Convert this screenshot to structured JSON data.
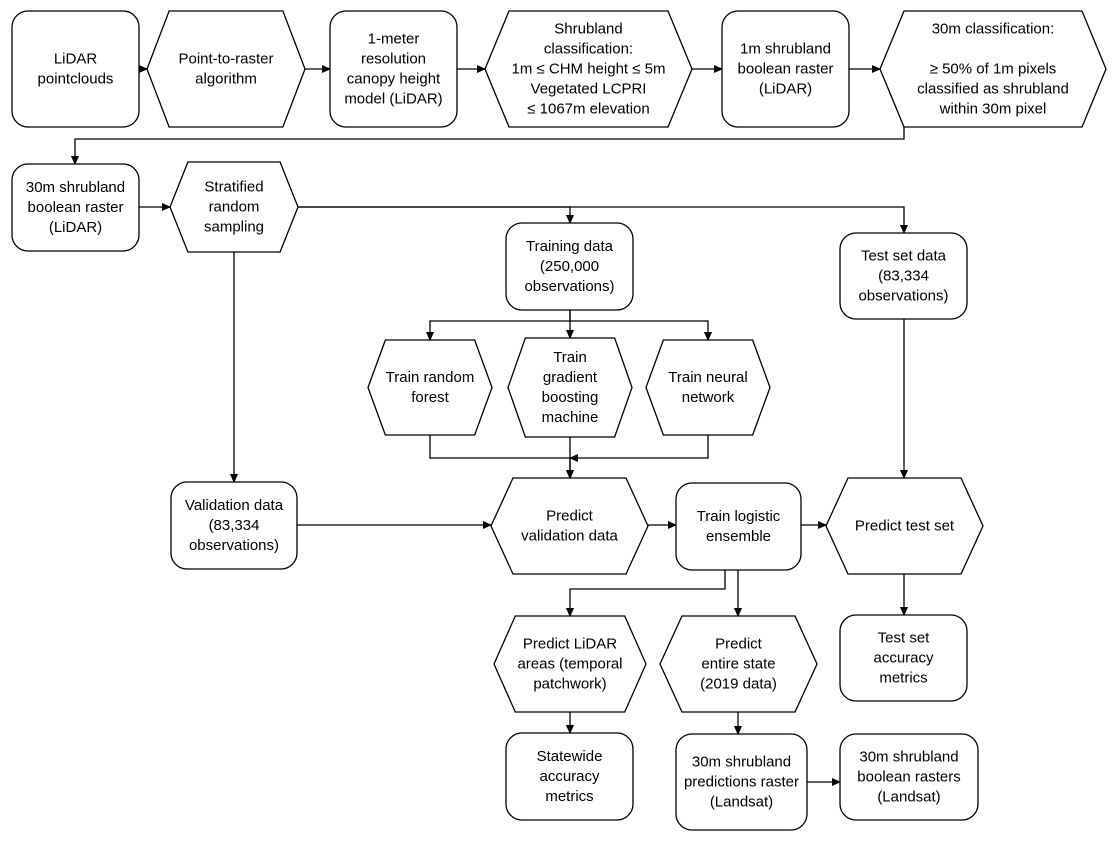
{
  "nodes": [
    {
      "id": "lidar-pointclouds",
      "shape": "rect",
      "lines": [
        "LiDAR",
        "pointclouds"
      ]
    },
    {
      "id": "point-to-raster",
      "shape": "hex",
      "lines": [
        "Point-to-raster",
        "algorithm"
      ]
    },
    {
      "id": "canopy-height-model",
      "shape": "rect",
      "lines": [
        "1-meter",
        "resolution",
        "canopy height",
        "model (LiDAR)"
      ]
    },
    {
      "id": "shrubland-classification",
      "shape": "hex",
      "lines": [
        "Shrubland",
        "classification:",
        "1m ≤ CHM height ≤ 5m",
        "Vegetated LCPRI",
        "≤ 1067m elevation"
      ]
    },
    {
      "id": "shrubland-1m-raster",
      "shape": "rect",
      "lines": [
        "1m shrubland",
        "boolean raster",
        "(LiDAR)"
      ]
    },
    {
      "id": "classification-30m",
      "shape": "hex",
      "lines": [
        "30m classification:",
        "",
        "≥ 50% of 1m pixels",
        "classified as shrubland",
        "within 30m pixel"
      ]
    },
    {
      "id": "shrubland-30m-raster",
      "shape": "rect",
      "lines": [
        "30m shrubland",
        "boolean raster",
        "(LiDAR)"
      ]
    },
    {
      "id": "stratified-sampling",
      "shape": "hex",
      "lines": [
        "Stratified",
        "random",
        "sampling"
      ]
    },
    {
      "id": "training-data",
      "shape": "rect",
      "lines": [
        "Training data",
        "(250,000",
        "observations)"
      ]
    },
    {
      "id": "test-set-data",
      "shape": "rect",
      "lines": [
        "Test set data",
        "(83,334",
        "observations)"
      ]
    },
    {
      "id": "train-random-forest",
      "shape": "hex",
      "lines": [
        "Train random",
        "forest"
      ]
    },
    {
      "id": "train-gbm",
      "shape": "hex",
      "lines": [
        "Train",
        "gradient",
        "boosting",
        "machine"
      ]
    },
    {
      "id": "train-neural-network",
      "shape": "hex",
      "lines": [
        "Train neural",
        "network"
      ]
    },
    {
      "id": "validation-data",
      "shape": "rect",
      "lines": [
        "Validation data",
        "(83,334",
        "observations)"
      ]
    },
    {
      "id": "predict-validation",
      "shape": "hex",
      "lines": [
        "Predict",
        "validation data"
      ]
    },
    {
      "id": "train-logistic-ensemble",
      "shape": "rect",
      "lines": [
        "Train logistic",
        "ensemble"
      ]
    },
    {
      "id": "predict-test-set",
      "shape": "hex",
      "lines": [
        "Predict test set"
      ]
    },
    {
      "id": "predict-lidar-areas",
      "shape": "hex",
      "lines": [
        "Predict LiDAR",
        "areas (temporal",
        "patchwork)"
      ]
    },
    {
      "id": "predict-entire-state",
      "shape": "hex",
      "lines": [
        "Predict",
        "entire state",
        "(2019 data)"
      ]
    },
    {
      "id": "test-accuracy-metrics",
      "shape": "rect",
      "lines": [
        "Test set",
        "accuracy",
        "metrics"
      ]
    },
    {
      "id": "statewide-accuracy-metrics",
      "shape": "rect",
      "lines": [
        "Statewide",
        "accuracy",
        "metrics"
      ]
    },
    {
      "id": "predictions-raster-landsat",
      "shape": "rect",
      "lines": [
        "30m shrubland",
        "predictions raster",
        "(Landsat)"
      ]
    },
    {
      "id": "boolean-rasters-landsat",
      "shape": "rect",
      "lines": [
        "30m shrubland",
        "boolean rasters",
        "(Landsat)"
      ]
    }
  ],
  "edges": [
    {
      "from": "lidar-pointclouds",
      "to": "point-to-raster"
    },
    {
      "from": "point-to-raster",
      "to": "canopy-height-model"
    },
    {
      "from": "canopy-height-model",
      "to": "shrubland-classification"
    },
    {
      "from": "shrubland-classification",
      "to": "shrubland-1m-raster"
    },
    {
      "from": "shrubland-1m-raster",
      "to": "classification-30m"
    },
    {
      "from": "classification-30m",
      "to": "shrubland-30m-raster"
    },
    {
      "from": "shrubland-30m-raster",
      "to": "stratified-sampling"
    },
    {
      "from": "stratified-sampling",
      "to": "training-data"
    },
    {
      "from": "stratified-sampling",
      "to": "test-set-data"
    },
    {
      "from": "stratified-sampling",
      "to": "validation-data"
    },
    {
      "from": "training-data",
      "to": "train-random-forest"
    },
    {
      "from": "training-data",
      "to": "train-gbm"
    },
    {
      "from": "training-data",
      "to": "train-neural-network"
    },
    {
      "from": "train-random-forest",
      "to": "predict-validation"
    },
    {
      "from": "train-gbm",
      "to": "predict-validation"
    },
    {
      "from": "train-neural-network",
      "to": "predict-validation"
    },
    {
      "from": "validation-data",
      "to": "predict-validation"
    },
    {
      "from": "predict-validation",
      "to": "train-logistic-ensemble"
    },
    {
      "from": "train-logistic-ensemble",
      "to": "predict-test-set"
    },
    {
      "from": "test-set-data",
      "to": "predict-test-set"
    },
    {
      "from": "predict-test-set",
      "to": "test-accuracy-metrics"
    },
    {
      "from": "train-logistic-ensemble",
      "to": "predict-lidar-areas"
    },
    {
      "from": "train-logistic-ensemble",
      "to": "predict-entire-state"
    },
    {
      "from": "predict-lidar-areas",
      "to": "statewide-accuracy-metrics"
    },
    {
      "from": "predict-entire-state",
      "to": "predictions-raster-landsat"
    },
    {
      "from": "predictions-raster-landsat",
      "to": "boolean-rasters-landsat"
    }
  ]
}
